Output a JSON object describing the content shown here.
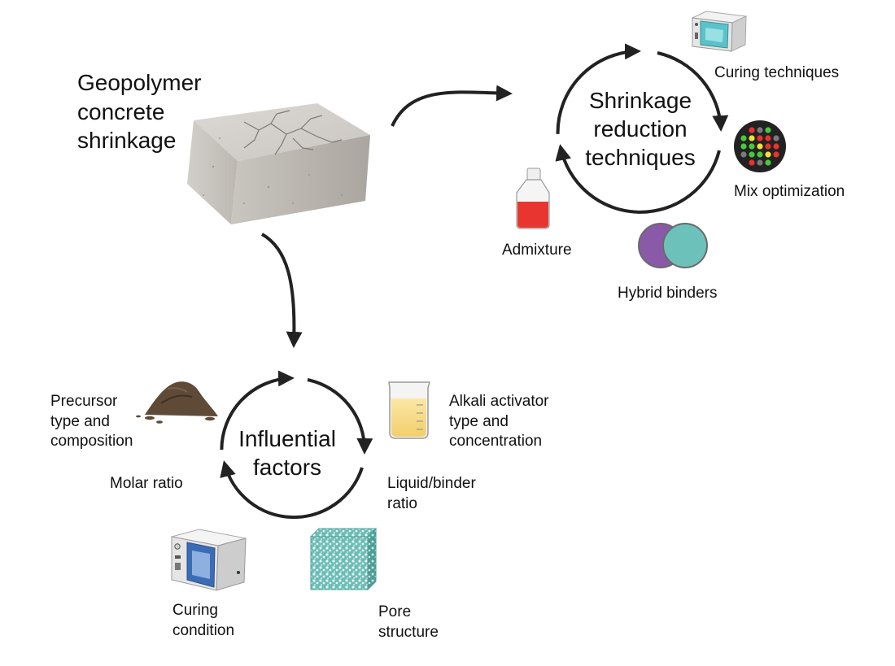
{
  "main_title": "Geopolymer\nconcrete\nshrinkage",
  "reduction_cycle": {
    "title": "Shrinkage\nreduction\ntechniques",
    "items": [
      {
        "label": "Curing techniques",
        "icon": "curing-oven-icon"
      },
      {
        "label": "Mix optimization",
        "icon": "colored-dots-icon"
      },
      {
        "label": "Hybrid binders",
        "icon": "overlapping-circles-icon"
      },
      {
        "label": "Admixture",
        "icon": "red-bottle-icon"
      }
    ]
  },
  "factors_cycle": {
    "title": "Influential\nfactors",
    "items": [
      {
        "label": "Precursor\ntype and\ncomposition",
        "icon": "soil-pile-icon"
      },
      {
        "label": "Alkali activator\ntype and\nconcentration",
        "icon": "beaker-icon"
      },
      {
        "label": "Liquid/binder\nratio",
        "icon": ""
      },
      {
        "label": "Pore\nstructure",
        "icon": "porous-cube-icon"
      },
      {
        "label": "Curing\ncondition",
        "icon": "curing-oven-icon"
      },
      {
        "label": "Molar ratio",
        "icon": ""
      }
    ]
  },
  "colors": {
    "arrow": "#222222",
    "concrete": "#d6d3cf",
    "oven_body": "#e3e3e3",
    "oven_door": "#3b6cb5",
    "oven_door_top": "#5bc3c8",
    "liquid_red": "#e8352f",
    "activator_yellow": "#f6dc88",
    "binder_purple": "#8a5aa8",
    "binder_teal": "#6cc2bb",
    "pore_teal": "#5fb5ad",
    "soil_brown": "#5e4a36"
  }
}
